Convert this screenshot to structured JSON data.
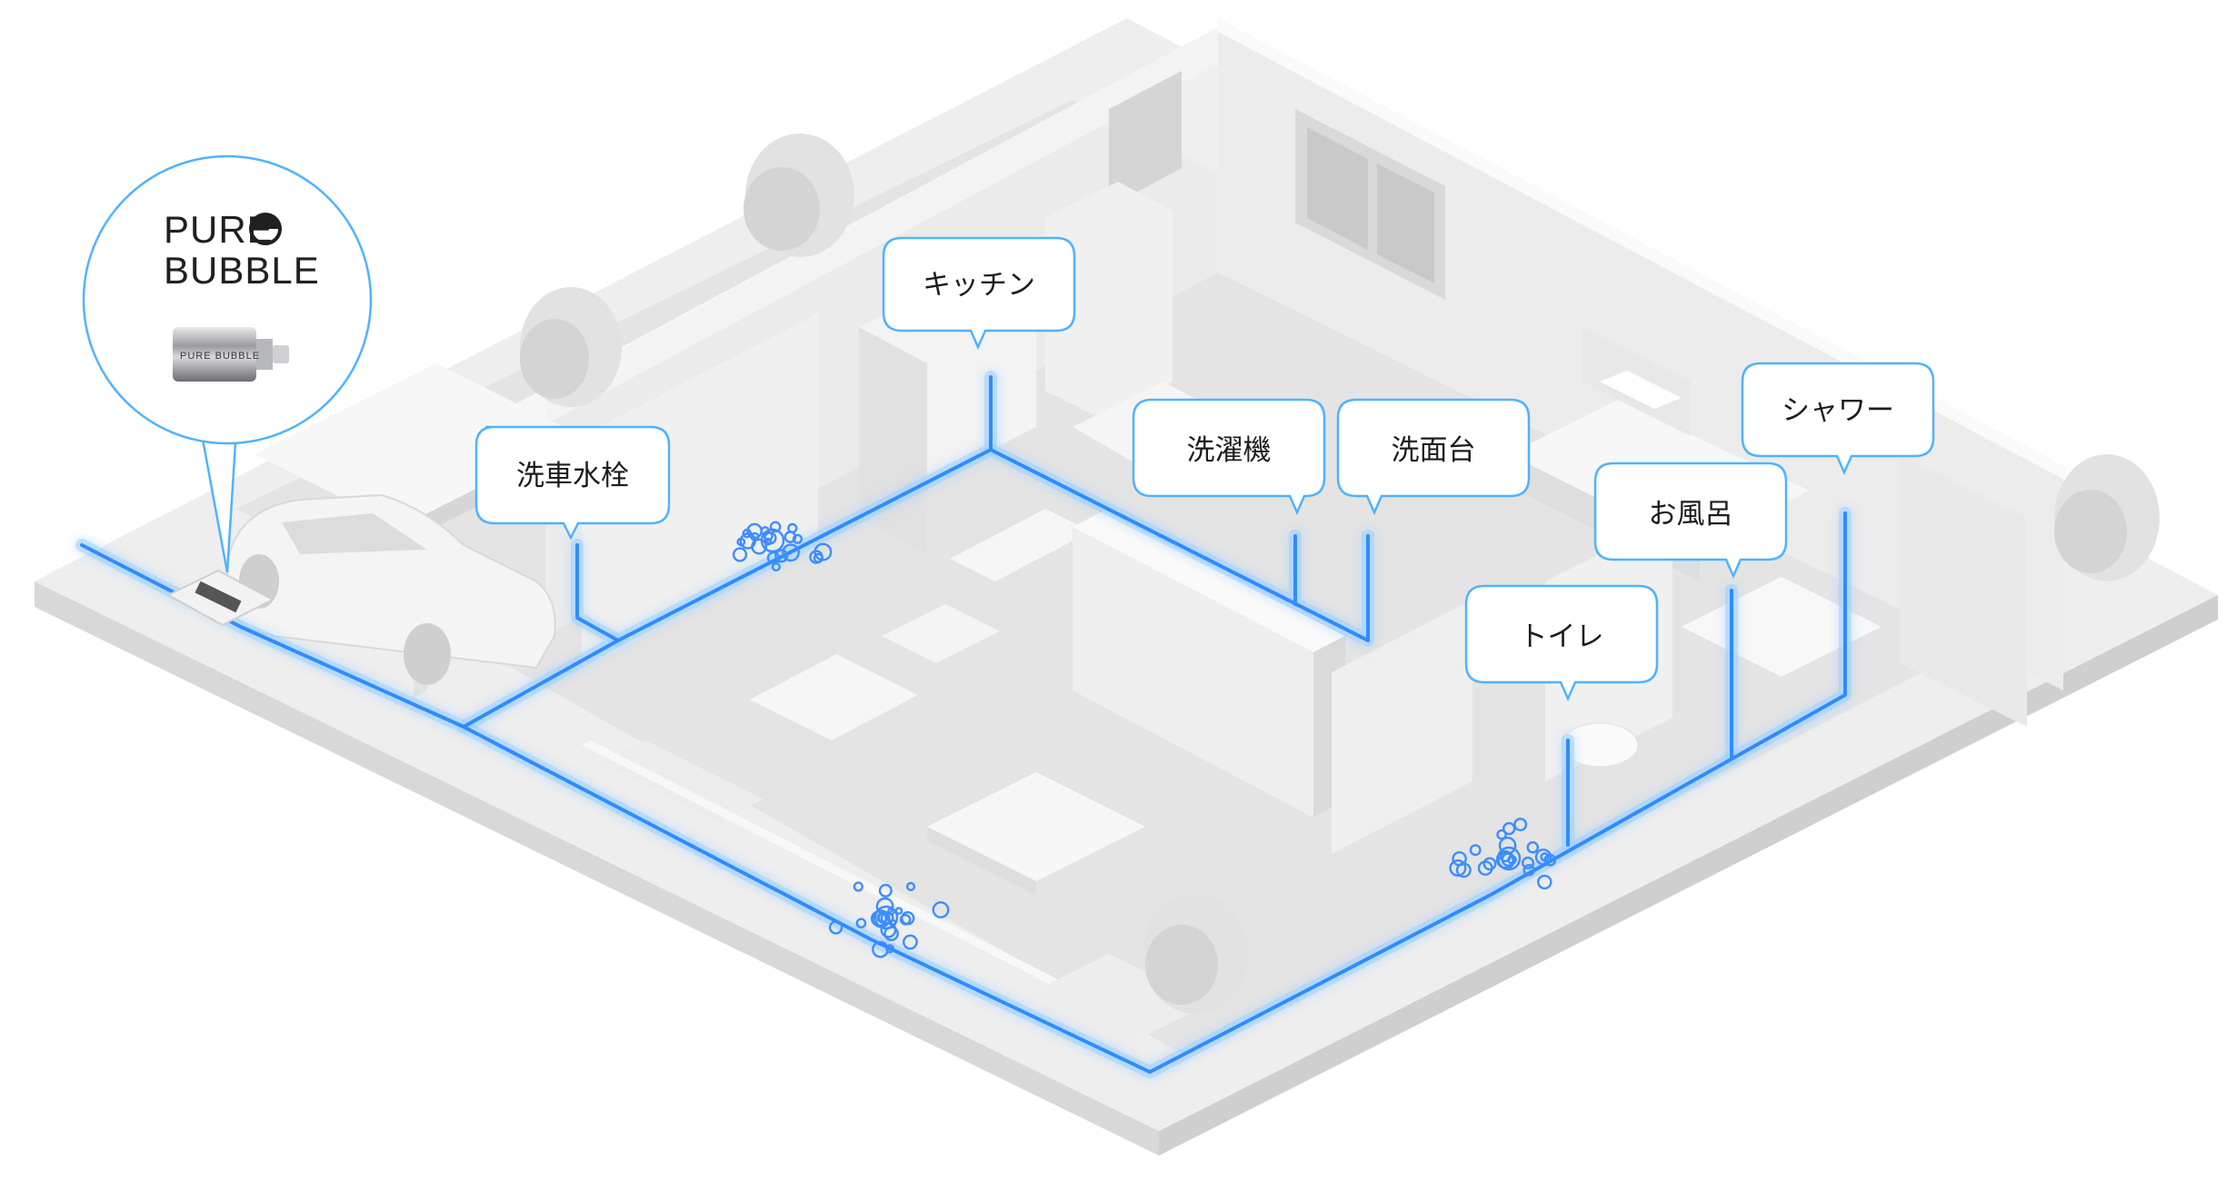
{
  "brand": {
    "logo_line1": "PURE",
    "logo_line2": "BUBBLE",
    "product_label": "PURE BUBBLE"
  },
  "callouts": {
    "car_wash": "洗車水栓",
    "kitchen": "キッチン",
    "washing_machine": "洗濯機",
    "wash_basin": "洗面台",
    "bath": "お風呂",
    "shower": "シャワー",
    "toilet": "トイレ"
  },
  "colors": {
    "pipe": "#2f8cff",
    "pipe_glow": "#9fd0ff",
    "callout_border": "#4fb3ff",
    "house": "#eaeaea",
    "wall": "#f2f2f2"
  }
}
